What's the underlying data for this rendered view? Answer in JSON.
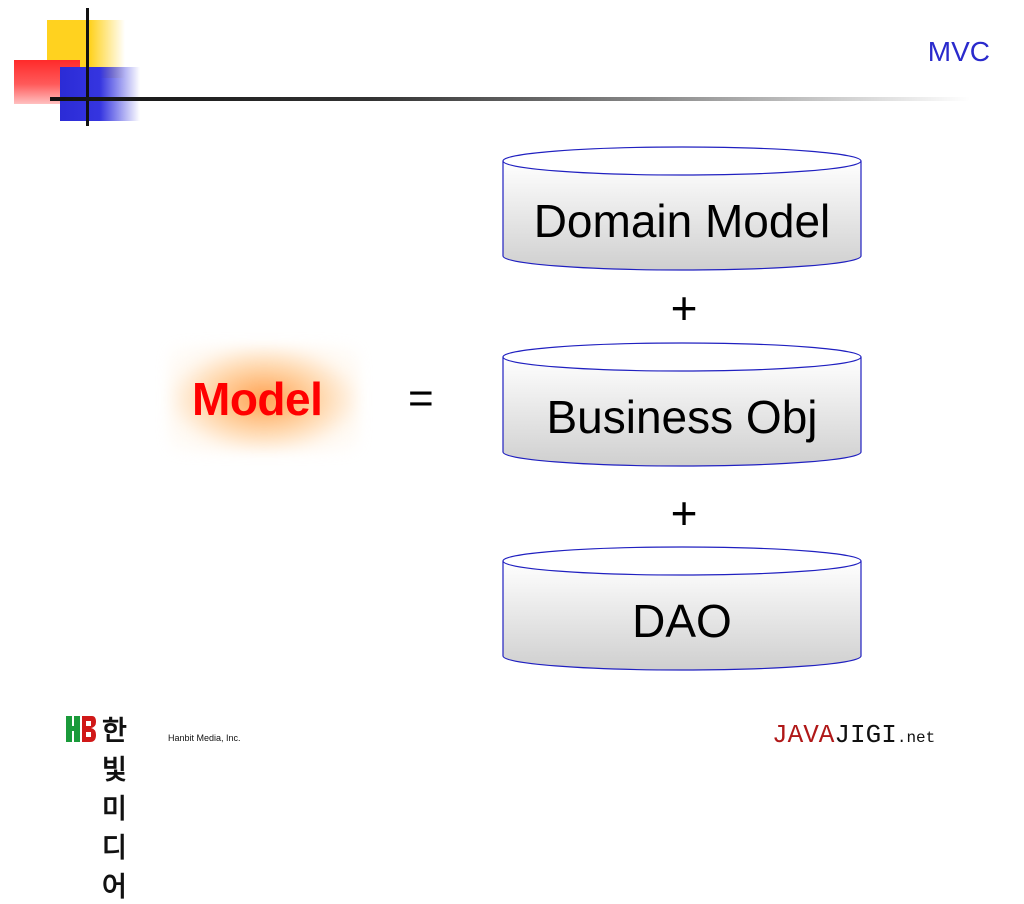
{
  "slide": {
    "title": "MVC",
    "model_label": "Model",
    "equals": "=",
    "plus": "+",
    "components": [
      {
        "label": "Domain Model"
      },
      {
        "label": "Business Obj"
      },
      {
        "label": "DAO"
      }
    ]
  },
  "footer": {
    "publisher_logo": {
      "korean_name": "한빛미디어",
      "english_name": "Hanbit Media, Inc."
    },
    "site_logo": {
      "part1": "JAVA",
      "part2": "JIGI",
      "part3": ".net"
    }
  },
  "colors": {
    "title": "#2a2acc",
    "model_label": "#ff0000",
    "cylinder_outline": "#2020c0",
    "cylinder_fill_top": "#ffffff",
    "cylinder_fill_bottom": "#cfcfcf"
  }
}
